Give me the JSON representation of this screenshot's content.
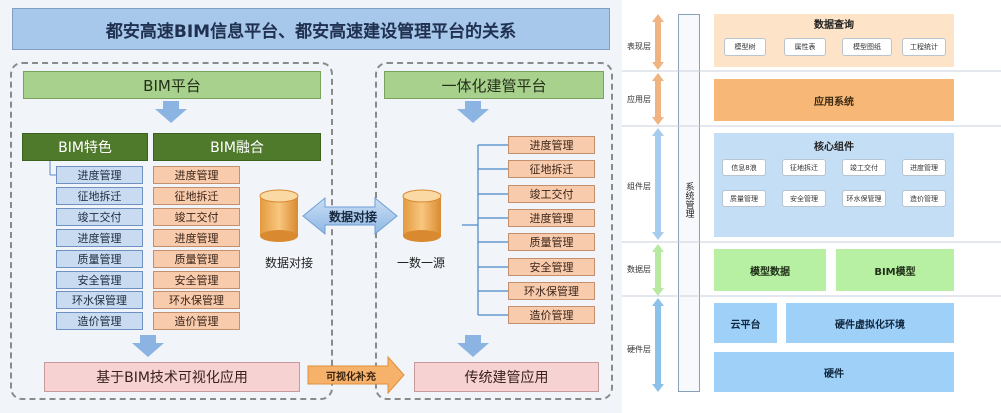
{
  "title": "都安高速BIM信息平台、都安高速建设管理平台的关系",
  "bim": {
    "header": "BIM平台",
    "feature_header": "BIM特色",
    "fusion_header": "BIM融合",
    "feature_items": [
      "进度管理",
      "征地拆迁",
      "竣工交付",
      "进度管理",
      "质量管理",
      "安全管理",
      "环水保管理",
      "造价管理"
    ],
    "fusion_items": [
      "进度管理",
      "征地拆迁",
      "竣工交付",
      "进度管理",
      "质量管理",
      "安全管理",
      "环水保管理",
      "造价管理"
    ],
    "db_label": "数据对接",
    "bottom": "基于BIM技术可视化应用"
  },
  "integrated": {
    "header": "一体化建管平台",
    "items": [
      "进度管理",
      "征地拆迁",
      "竣工交付",
      "进度管理",
      "质量管理",
      "安全管理",
      "环水保管理",
      "造价管理"
    ],
    "db_label": "一数一源",
    "bottom": "传统建管应用"
  },
  "middle": {
    "arrow_label": "数据对接",
    "supplement_label": "可视化补充"
  },
  "arch": {
    "layers": [
      "表现层",
      "应用层",
      "组件层",
      "数据层",
      "硬件层"
    ],
    "system_mgmt": "系统管理",
    "query": {
      "title": "数据查询",
      "items": [
        "模型树",
        "属性表",
        "模型图纸",
        "工程统计"
      ]
    },
    "app_system": "应用系统",
    "core": {
      "title": "核心组件",
      "items": [
        "信息8浪",
        "征地拆迁",
        "竣工交付",
        "进度管理",
        "质量管理",
        "安全管理",
        "环水保管理",
        "造价管理"
      ]
    },
    "model_data": "模型数据",
    "bim_model": "BIM模型",
    "cloud": "云平台",
    "virtual": "硬件虚拟化环境",
    "hardware": "硬件"
  },
  "colors": {
    "green_header": "#a9d18e",
    "dark_green": "#4f7a2c",
    "item_blue": "#c9dbf1",
    "item_orange": "#f8cbad",
    "pink": "#f7d2d2",
    "orange_bar": "#f7b877",
    "light_green": "#b7f0a2",
    "blue_bar": "#9fd0f7"
  }
}
